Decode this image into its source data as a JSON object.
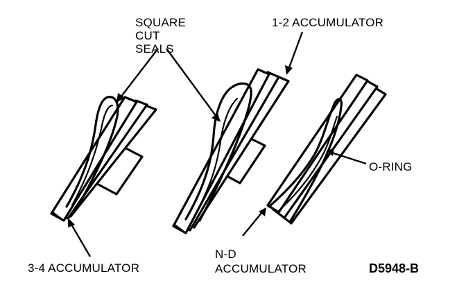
{
  "labels": {
    "square_cut_seals": [
      "SQUARE",
      "CUT",
      "SEALS"
    ],
    "accumulator_1_2": "1-2 ACCUMULATOR",
    "o_ring": "O-RING",
    "accumulator_3_4": "3-4 ACCUMULATOR",
    "accumulator_n_d": [
      "N-D",
      "ACCUMULATOR"
    ],
    "figure_code": "D5948-B"
  },
  "colors": {
    "ink": "#000000",
    "paper": "#ffffff"
  }
}
